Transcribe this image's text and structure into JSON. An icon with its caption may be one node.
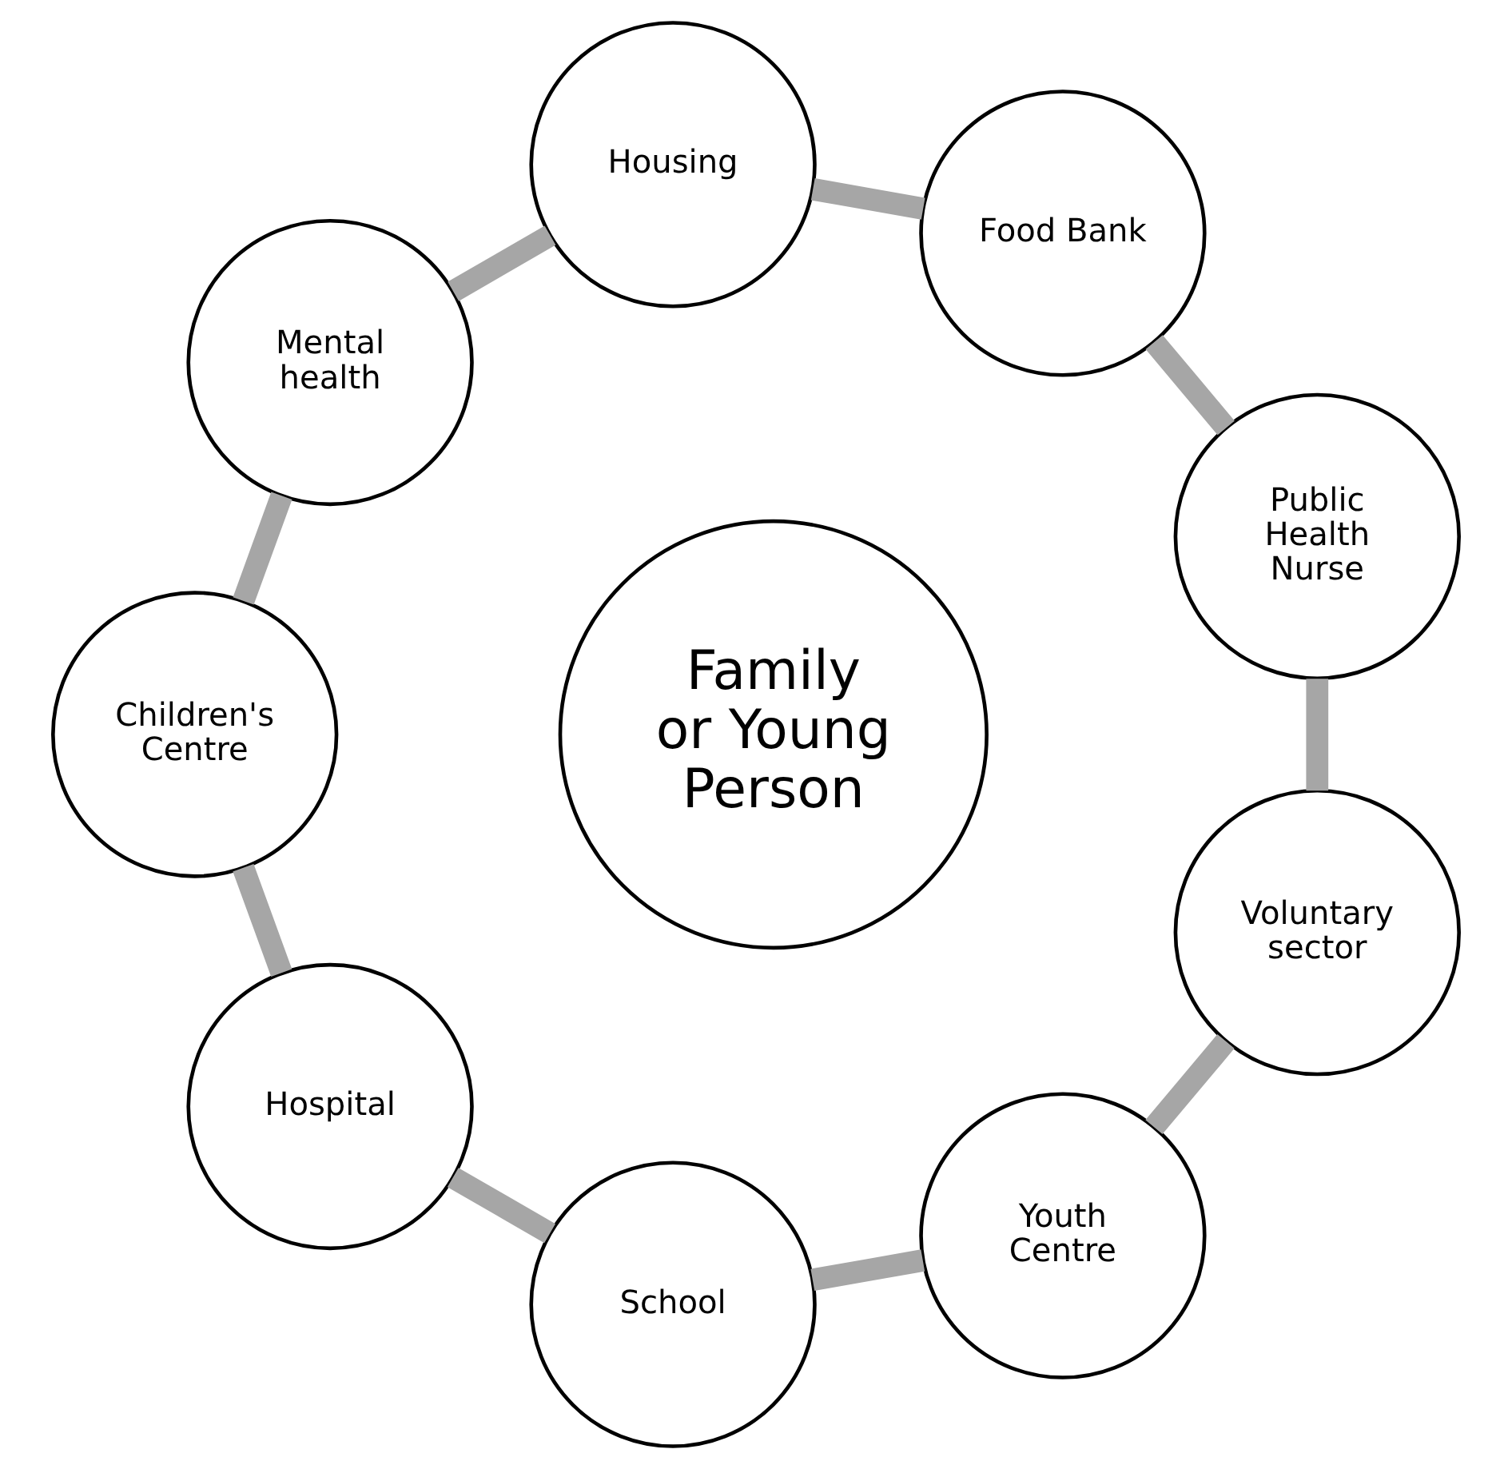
{
  "diagram": {
    "nodes": [
      {
        "text": [
          "Public Health Nurse"
        ]
      },
      {
        "text": [
          "Food Bank"
        ]
      },
      {
        "text": [
          "Housing"
        ]
      },
      {
        "text": [
          "Mental health"
        ]
      },
      {
        "text": [
          "Children's Centre"
        ]
      },
      {
        "text": [
          "Hospital"
        ]
      },
      {
        "text": [
          "School"
        ]
      },
      {
        "text": [
          "Youth Centre"
        ]
      },
      {
        "text": [
          "Voluntary sector"
        ]
      },
      {
        "text": [
          "Family or Young Person"
        ]
      }
    ],
    "edges": [
      {
        "from": 0,
        "to": 1,
        "arrow": "none"
      },
      {
        "from": 1,
        "to": 2,
        "arrow": "none"
      },
      {
        "from": 2,
        "to": 3,
        "arrow": "none"
      },
      {
        "from": 3,
        "to": 4,
        "arrow": "none"
      },
      {
        "from": 4,
        "to": 5,
        "arrow": "none"
      },
      {
        "from": 5,
        "to": 6,
        "arrow": "none"
      },
      {
        "from": 6,
        "to": 7,
        "arrow": "none"
      },
      {
        "from": 7,
        "to": 8,
        "arrow": "none"
      },
      {
        "from": 8,
        "to": 0,
        "arrow": "none"
      }
    ]
  }
}
